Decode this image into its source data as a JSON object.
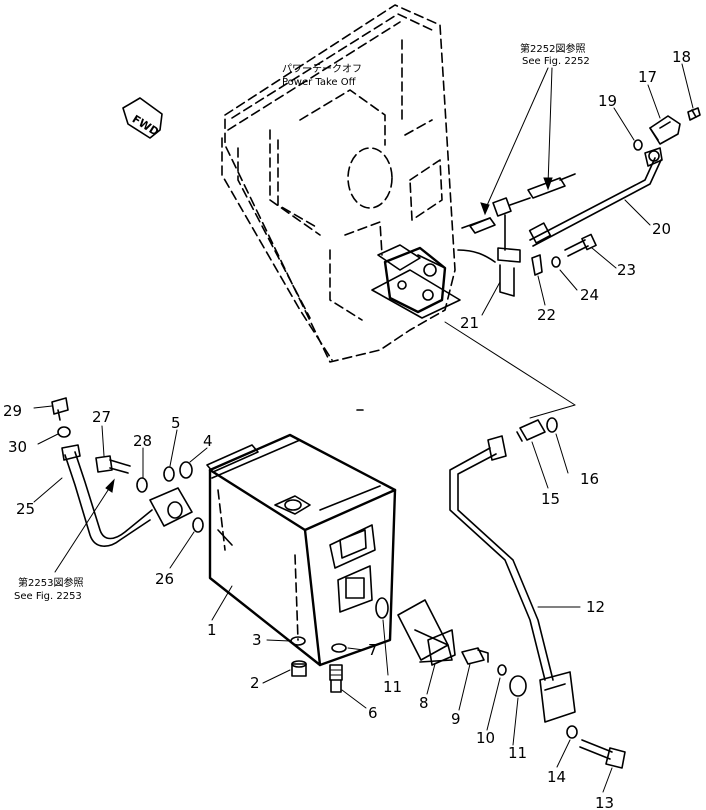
{
  "labels": {
    "pto_jp": "パワーテークオフ",
    "pto_en": "Power Take Off",
    "fwd": "FWD",
    "ref_2252_jp": "第2252図参照",
    "ref_2252_en": "See Fig. 2252",
    "ref_2253_jp": "第2253図参照",
    "ref_2253_en": "See Fig. 2253"
  },
  "callouts": {
    "p1": "1",
    "p2": "2",
    "p3": "3",
    "p4": "4",
    "p5": "5",
    "p6": "6",
    "p7": "7",
    "p8": "8",
    "p9": "9",
    "p10": "10",
    "p11a": "11",
    "p11b": "11",
    "p12": "12",
    "p13": "13",
    "p14": "14",
    "p15": "15",
    "p16": "16",
    "p17": "17",
    "p18": "18",
    "p19": "19",
    "p20": "20",
    "p21": "21",
    "p22": "22",
    "p23": "23",
    "p24": "24",
    "p25": "25",
    "p26": "26",
    "p27": "27",
    "p28": "28",
    "p29": "29",
    "p30": "30"
  }
}
